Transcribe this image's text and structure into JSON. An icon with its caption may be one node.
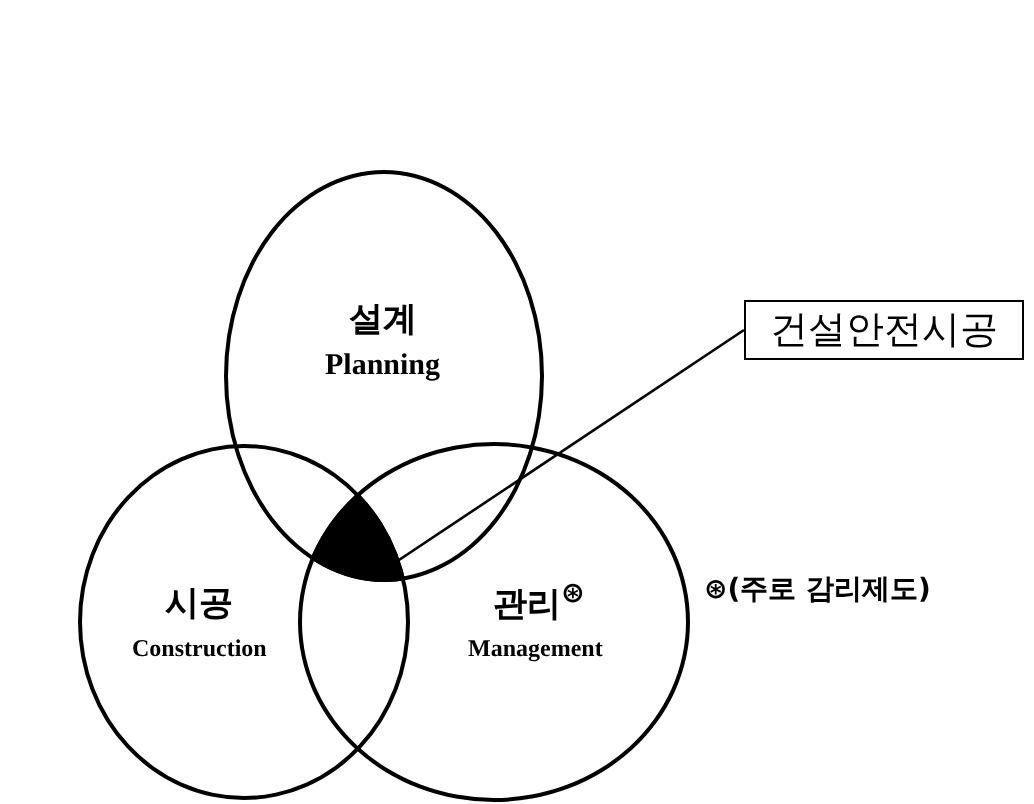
{
  "diagram": {
    "nodes": [
      {
        "text": [
          "설계",
          "Planning"
        ]
      },
      {
        "text": [
          "시공",
          "Construction"
        ]
      },
      {
        "text": [
          "관리$^{⊛}$",
          "Management"
        ]
      },
      {
        "text": [],
        "shape": "triangle"
      },
      {
        "text": [
          "건설안전시공"
        ]
      }
    ],
    "edges": [
      {
        "from": 4,
        "to": 3,
        "arrow": "none"
      }
    ],
    "labels": [
      "⊛(주로 감리제도)"
    ]
  }
}
